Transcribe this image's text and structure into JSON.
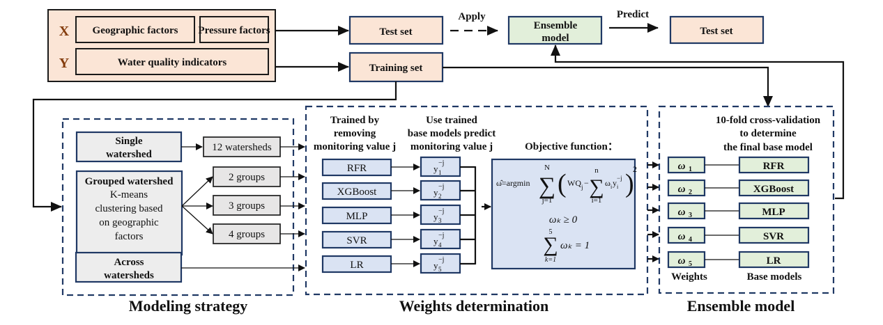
{
  "inputs": {
    "x_label": "X",
    "y_label": "Y",
    "geographic": "Geographic factors",
    "pressure": "Pressure factors",
    "water_quality": "Water quality indicators"
  },
  "top_flow": {
    "test_set": "Test set",
    "training_set": "Training set",
    "apply": "Apply",
    "ensemble_line1": "Ensemble",
    "ensemble_line2": "model",
    "predict": "Predict",
    "test_set_out": "Test set"
  },
  "modeling": {
    "title": "Modeling strategy",
    "single_line1": "Single",
    "single_line2": "watershed",
    "single_out": "12 watersheds",
    "grouped_title": "Grouped watershed",
    "grouped_lines": [
      "K-means",
      "clustering based",
      "on geographic",
      "factors"
    ],
    "groups": [
      "2 groups",
      "3 groups",
      "4 groups"
    ],
    "across_line1": "Across",
    "across_line2": "watersheds"
  },
  "weights": {
    "title": "Weights determination",
    "col1_header": [
      "Trained by",
      "removing",
      "monitoring value j"
    ],
    "col2_header": [
      "Use trained",
      "base models predict",
      "monitoring value j"
    ],
    "col3_header": "Objective function：",
    "models": [
      "RFR",
      "XGBoost",
      "MLP",
      "SVR",
      "LR"
    ],
    "predictions": [
      {
        "base": "y",
        "sub": "1",
        "sup": "−j"
      },
      {
        "base": "y",
        "sub": "2",
        "sup": "−j"
      },
      {
        "base": "y",
        "sub": "3",
        "sup": "−j"
      },
      {
        "base": "y",
        "sub": "4",
        "sup": "−j"
      },
      {
        "base": "y",
        "sub": "5",
        "sup": "−j"
      }
    ],
    "objective": {
      "lhs": "ω̂=argmin",
      "sum_outer_top": "N",
      "sum_outer_bottom": "j=1",
      "wq": "WQ",
      "wq_sub": "j",
      "minus": "−",
      "sum_inner_top": "n",
      "sum_inner_bottom": "i=1",
      "term": "ω",
      "term_sub": "i",
      "term_y": "y",
      "term_y_sub": "i",
      "term_y_sup": "−j",
      "power": "2",
      "constraint1": "ωₖ ≥ 0",
      "constraint2_top": "5",
      "constraint2_bottom": "k=1",
      "constraint2_body": "ωₖ = 1"
    }
  },
  "ensemble": {
    "title": "Ensemble model",
    "header": [
      "10-fold cross-validation",
      "to determine",
      "the final base model"
    ],
    "weights": [
      "ω",
      "ω",
      "ω",
      "ω",
      "ω"
    ],
    "weight_subs": [
      "1",
      "2",
      "3",
      "4",
      "5"
    ],
    "models": [
      "RFR",
      "XGBoost",
      "MLP",
      "SVR",
      "LR"
    ],
    "weights_label": "Weights",
    "models_label": "Base models"
  }
}
